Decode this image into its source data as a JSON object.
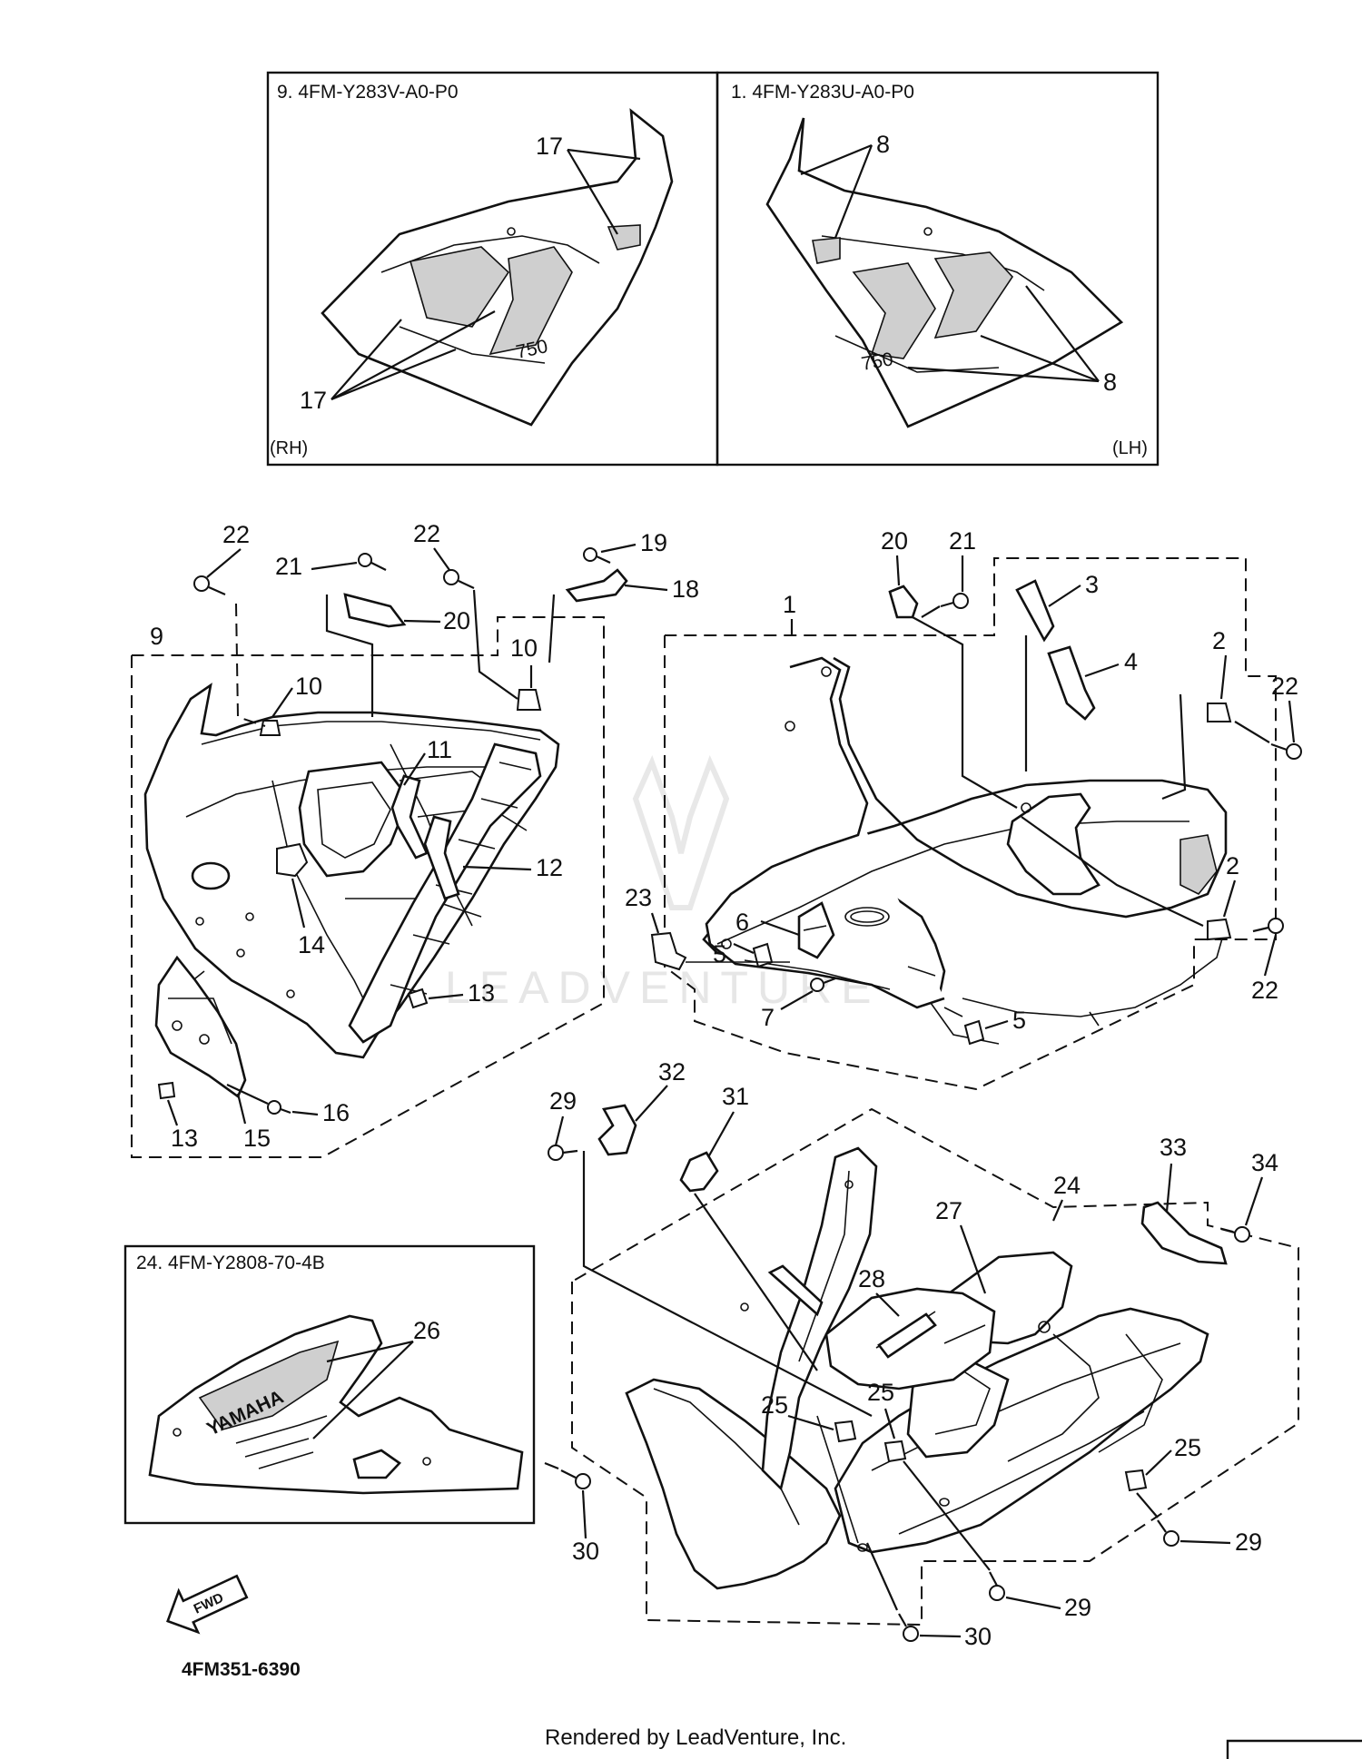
{
  "inset_rh": {
    "code": "9. 4FM-Y283V-A0-P0",
    "side": "(RH)",
    "callouts": [
      "17",
      "17"
    ]
  },
  "inset_lh": {
    "code": "1. 4FM-Y283U-A0-P0",
    "side": "(LH)",
    "callouts": [
      "8",
      "8"
    ]
  },
  "inset_under": {
    "code": "24. 4FM-Y2808-70-4B",
    "callouts": [
      "26"
    ],
    "decal_text": "YAMAHA"
  },
  "callouts": {
    "c22a": "22",
    "c21a": "21",
    "c22b": "22",
    "c19": "19",
    "c18": "18",
    "c20a": "20",
    "c9": "9",
    "c10a": "10",
    "c10b": "10",
    "c11": "11",
    "c12": "12",
    "c14": "14",
    "c13a": "13",
    "c16": "16",
    "c13b": "13",
    "c15": "15",
    "c20b": "20",
    "c21b": "21",
    "c3": "3",
    "c1": "1",
    "c4": "4",
    "c2a": "2",
    "c22c": "22",
    "c2b": "2",
    "c22d": "22",
    "c23": "23",
    "c6": "6",
    "c5a": "5",
    "c7": "7",
    "c5b": "5",
    "c29a": "29",
    "c32": "32",
    "c31": "31",
    "c33": "33",
    "c34": "34",
    "c24": "24",
    "c27": "27",
    "c28": "28",
    "c25a": "25",
    "c25b": "25",
    "c25c": "25",
    "c29b": "29",
    "c29c": "29",
    "c30a": "30",
    "c30b": "30"
  },
  "fwd_label": "FWD",
  "figure_code": "4FM351-6390",
  "watermark": "LEADVENTURE",
  "footer": "Rendered by LeadVenture, Inc."
}
